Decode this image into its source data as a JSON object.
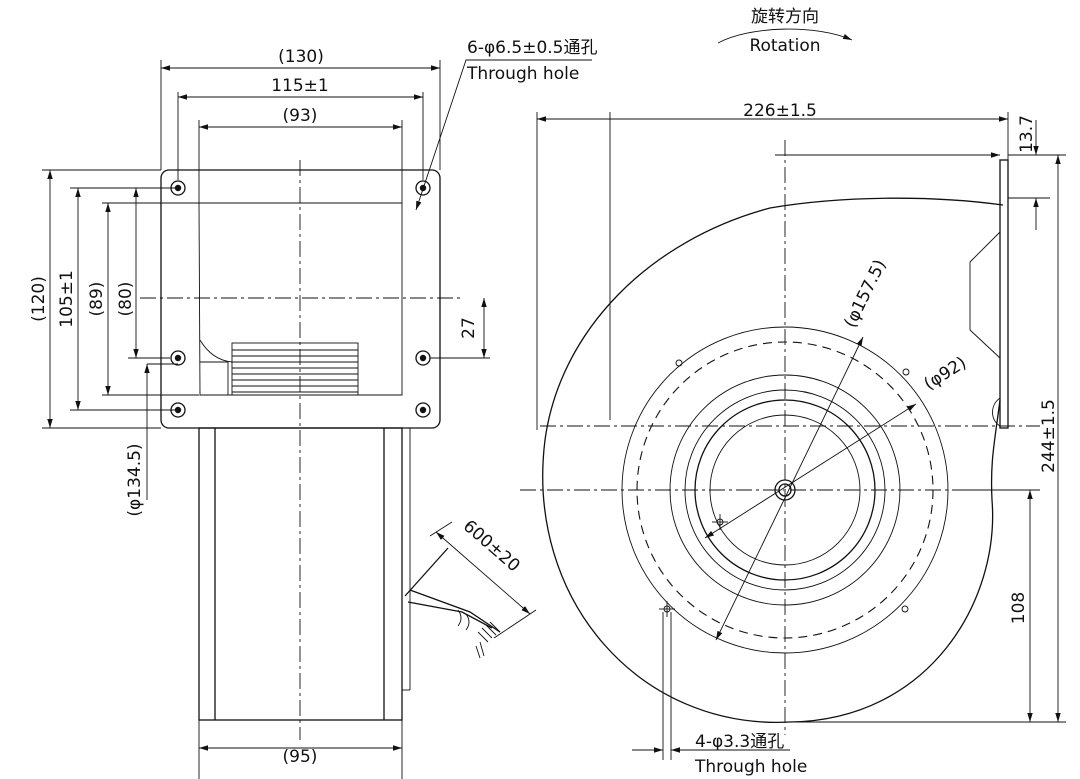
{
  "rotation": {
    "cn": "旋转方向",
    "en": "Rotation"
  },
  "holes_top": {
    "spec": "6-φ6.5±0.5通孔",
    "en": "Through hole"
  },
  "holes_bottom": {
    "spec": "4-φ3.3通孔",
    "en": "Through hole"
  },
  "dims": {
    "w130": "(130)",
    "w115": "115±1",
    "w93": "(93)",
    "h120": "(120)",
    "h105": "105±1",
    "h89": "(89)",
    "h80": "(80)",
    "d27": "27",
    "phi134": "(φ134.5)",
    "w95": "(95)",
    "cable": "600±20",
    "w226": "226±1.5",
    "d13": "13.7",
    "phi157": "(φ157.5)",
    "phi92": "(φ92)",
    "h244": "244±1.5",
    "d108": "108"
  }
}
